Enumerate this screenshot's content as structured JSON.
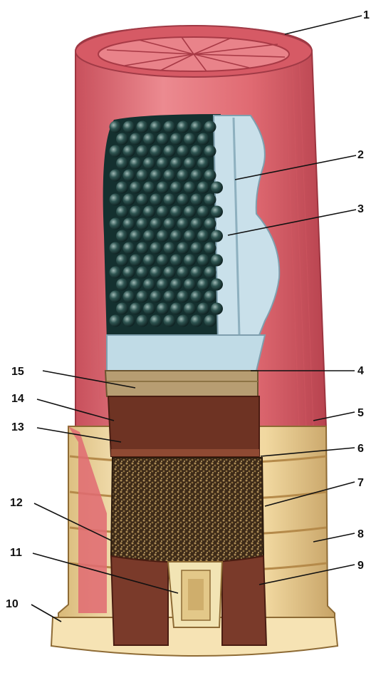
{
  "diagram": {
    "subject": "shotgun-shell-cutaway",
    "labels": [
      "1",
      "2",
      "3",
      "4",
      "5",
      "6",
      "7",
      "8",
      "9",
      "10",
      "11",
      "12",
      "13",
      "14",
      "15"
    ],
    "colors": {
      "hull": "#e46c73",
      "hull_dark": "#c84a55",
      "brass": "#f3dca6",
      "brass_shadow": "#c9a66a",
      "shot": "#1f3a3a",
      "wad": "#c9e1ea",
      "felt_wad": "#8a4a35",
      "card_wad": "#b99b6e",
      "powder": "#4a3520",
      "base_wad": "#7a3a2a",
      "primer": "#f0e2b0"
    }
  }
}
